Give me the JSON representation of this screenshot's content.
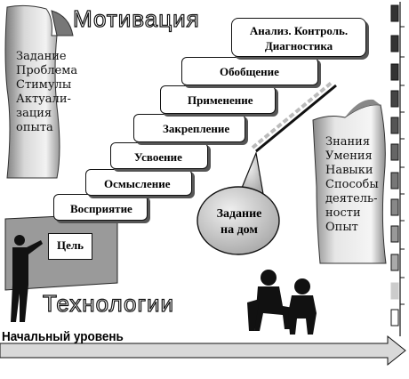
{
  "title_top": "Мотивация",
  "title_bottom": "Технологии",
  "level_label": "Начальный уровень",
  "left_banner_lines": [
    "Задание",
    "Проблема",
    "Стимулы",
    "Актуали-",
    "зация",
    "опыта"
  ],
  "right_banner_lines": [
    "Знания",
    "Умения",
    "Навыки",
    "Способы",
    "деятель-",
    "ности",
    "Опыт"
  ],
  "steps": [
    "Восприятие",
    "Осмысление",
    "Усвоение",
    "Закрепление",
    "Применение",
    "Обобщение"
  ],
  "top_box_lines": [
    "Анализ. Контроль.",
    "Диагностика"
  ],
  "homework_lines": [
    "Задание",
    "на дом"
  ],
  "goal_label": "Цель",
  "colors": {
    "ink": "#111111",
    "banner_gray": "#9a9a9a",
    "banner_light": "#e6e6e6",
    "ellipse_gray": "#cfcfcf"
  }
}
